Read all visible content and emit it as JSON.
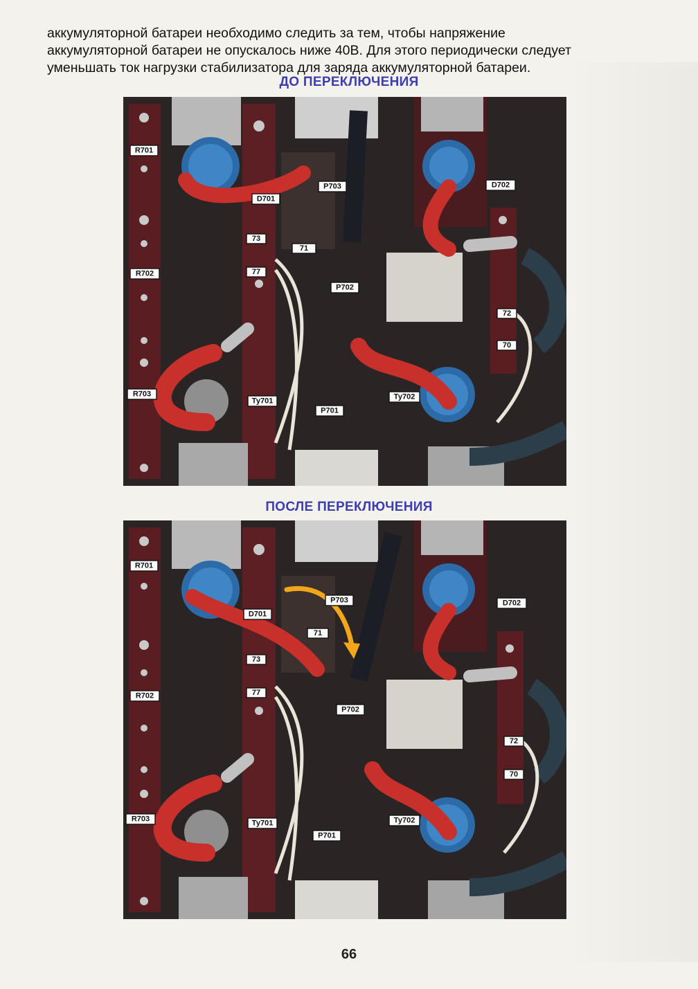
{
  "paragraph_lines": [
    "аккумуляторной батареи необходимо следить за тем, чтобы напряжение",
    "аккумуляторной батареи не опускалось ниже 40В. Для этого периодически следует",
    "уменьшать ток нагрузки стабилизатора для заряда аккумуляторной батареи."
  ],
  "captions": {
    "before": "ДО ПЕРЕКЛЮЧЕНИЯ",
    "after": "ПОСЛЕ ПЕРЕКЛЮЧЕНИЯ"
  },
  "photo_before_labels": [
    "R701",
    "D701",
    "P703",
    "D702",
    "73",
    "71",
    "R702",
    "77",
    "P702",
    "72",
    "70",
    "R703",
    "Ту701",
    "P701",
    "Ту702"
  ],
  "photo_after_labels": [
    "R701",
    "P703",
    "D701",
    "D702",
    "71",
    "73",
    "R702",
    "77",
    "P702",
    "72",
    "70",
    "R703",
    "Ту701",
    "P701",
    "Ту702"
  ],
  "page_number": "66",
  "colors": {
    "caption": "#3c3db0",
    "cable_red": "#c8302c",
    "board_brown": "#5a1e22",
    "arrow": "#f2a71b"
  }
}
